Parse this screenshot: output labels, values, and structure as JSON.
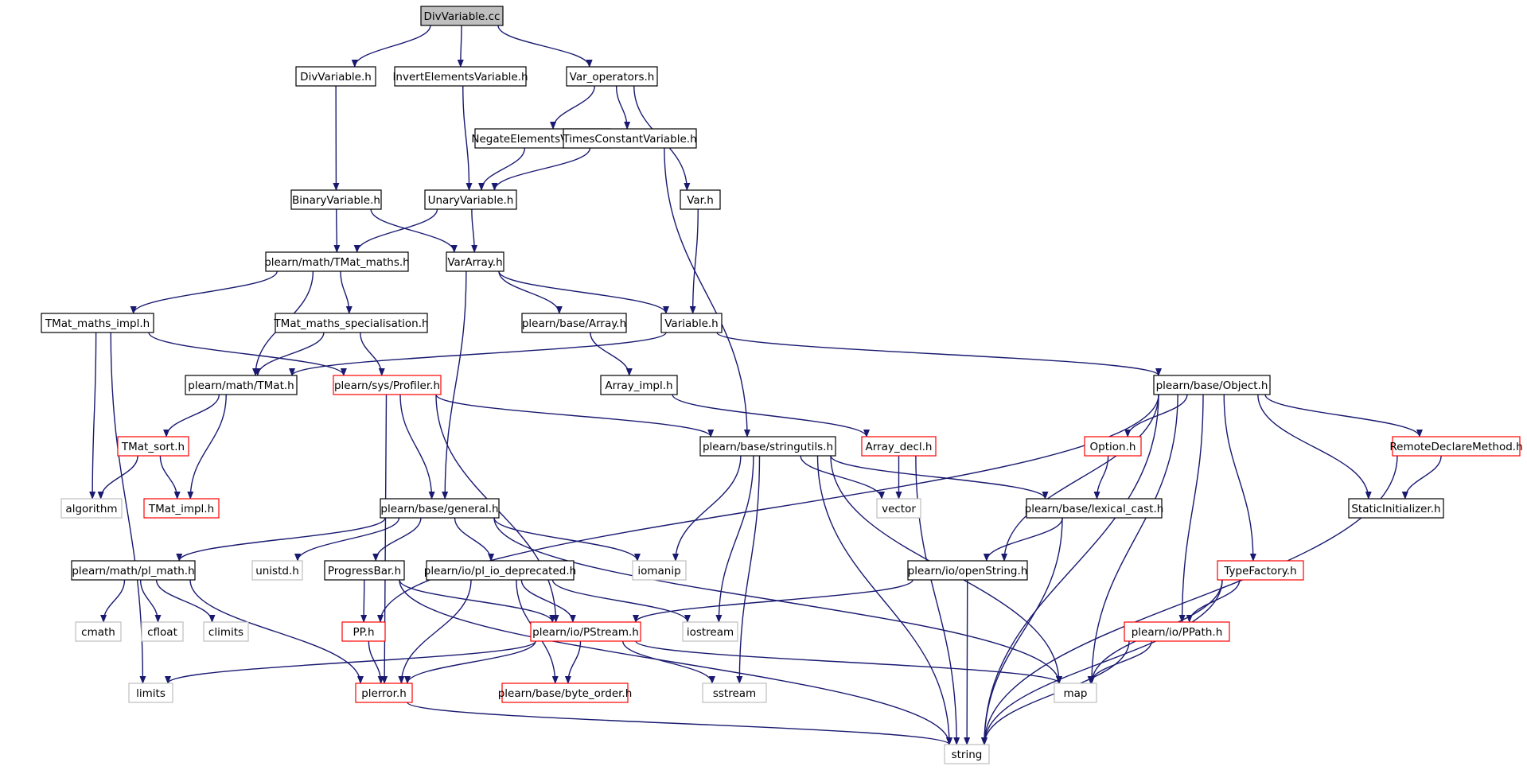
{
  "colors": {
    "edge": "#191970",
    "root_fill": "#bfbfbf",
    "border_black": "#000000",
    "border_red": "#ff0000",
    "border_gray": "#bfbfbf",
    "text": "#000000"
  },
  "nodes": {
    "divvariable_cc": {
      "label": "DivVariable.cc",
      "kind": "root"
    },
    "divvariable_h": {
      "label": "DivVariable.h",
      "kind": "black"
    },
    "invertelements": {
      "label": "InvertElementsVariable.h",
      "kind": "black"
    },
    "var_operators": {
      "label": "Var_operators.h",
      "kind": "black"
    },
    "negateelements": {
      "label": "NegateElementsVariable.h",
      "kind": "black"
    },
    "timesconstant": {
      "label": "TimesConstantVariable.h",
      "kind": "black"
    },
    "binaryvariable": {
      "label": "BinaryVariable.h",
      "kind": "black"
    },
    "unaryvariable": {
      "label": "UnaryVariable.h",
      "kind": "black"
    },
    "var_h": {
      "label": "Var.h",
      "kind": "black"
    },
    "tmat_maths": {
      "label": "plearn/math/TMat_maths.h",
      "kind": "black"
    },
    "vararray": {
      "label": "VarArray.h",
      "kind": "black"
    },
    "tmat_maths_impl": {
      "label": "TMat_maths_impl.h",
      "kind": "black"
    },
    "tmat_maths_spec": {
      "label": "TMat_maths_specialisation.h",
      "kind": "black"
    },
    "base_array": {
      "label": "plearn/base/Array.h",
      "kind": "black"
    },
    "variable_h": {
      "label": "Variable.h",
      "kind": "black"
    },
    "tmat_h": {
      "label": "plearn/math/TMat.h",
      "kind": "black"
    },
    "profiler": {
      "label": "plearn/sys/Profiler.h",
      "kind": "red"
    },
    "array_impl": {
      "label": "Array_impl.h",
      "kind": "black"
    },
    "object_h": {
      "label": "plearn/base/Object.h",
      "kind": "black"
    },
    "tmat_sort": {
      "label": "TMat_sort.h",
      "kind": "red"
    },
    "stringutils": {
      "label": "plearn/base/stringutils.h",
      "kind": "black"
    },
    "array_decl": {
      "label": "Array_decl.h",
      "kind": "red"
    },
    "option_h": {
      "label": "Option.h",
      "kind": "red"
    },
    "remotedeclare": {
      "label": "RemoteDeclareMethod.h",
      "kind": "red"
    },
    "algorithm": {
      "label": "algorithm",
      "kind": "gray"
    },
    "tmat_impl": {
      "label": "TMat_impl.h",
      "kind": "red"
    },
    "general_h": {
      "label": "plearn/base/general.h",
      "kind": "black"
    },
    "vector": {
      "label": "vector",
      "kind": "gray"
    },
    "lexical_cast": {
      "label": "plearn/base/lexical_cast.h",
      "kind": "black"
    },
    "staticinit": {
      "label": "StaticInitializer.h",
      "kind": "black"
    },
    "pl_math": {
      "label": "plearn/math/pl_math.h",
      "kind": "black"
    },
    "unistd": {
      "label": "unistd.h",
      "kind": "gray"
    },
    "progressbar": {
      "label": "ProgressBar.h",
      "kind": "black"
    },
    "pl_io_depr": {
      "label": "plearn/io/pl_io_deprecated.h",
      "kind": "black"
    },
    "iomanip": {
      "label": "iomanip",
      "kind": "gray"
    },
    "openstring": {
      "label": "plearn/io/openString.h",
      "kind": "black"
    },
    "typefactory": {
      "label": "TypeFactory.h",
      "kind": "red"
    },
    "cmath": {
      "label": "cmath",
      "kind": "gray"
    },
    "cfloat": {
      "label": "cfloat",
      "kind": "gray"
    },
    "climits": {
      "label": "climits",
      "kind": "gray"
    },
    "pp_h": {
      "label": "PP.h",
      "kind": "red"
    },
    "pstream": {
      "label": "plearn/io/PStream.h",
      "kind": "red"
    },
    "iostream": {
      "label": "iostream",
      "kind": "gray"
    },
    "ppath": {
      "label": "plearn/io/PPath.h",
      "kind": "red"
    },
    "limits": {
      "label": "limits",
      "kind": "gray"
    },
    "plerror": {
      "label": "plerror.h",
      "kind": "red"
    },
    "byte_order": {
      "label": "plearn/base/byte_order.h",
      "kind": "red"
    },
    "sstream": {
      "label": "sstream",
      "kind": "gray"
    },
    "map": {
      "label": "map",
      "kind": "gray"
    },
    "string": {
      "label": "string",
      "kind": "gray"
    }
  },
  "edges": [
    [
      "divvariable_cc",
      "divvariable_h"
    ],
    [
      "divvariable_cc",
      "invertelements"
    ],
    [
      "divvariable_cc",
      "var_operators"
    ],
    [
      "divvariable_h",
      "binaryvariable"
    ],
    [
      "invertelements",
      "unaryvariable"
    ],
    [
      "var_operators",
      "negateelements"
    ],
    [
      "var_operators",
      "timesconstant"
    ],
    [
      "var_operators",
      "var_h"
    ],
    [
      "negateelements",
      "unaryvariable"
    ],
    [
      "timesconstant",
      "unaryvariable"
    ],
    [
      "timesconstant",
      "stringutils"
    ],
    [
      "binaryvariable",
      "tmat_maths"
    ],
    [
      "binaryvariable",
      "vararray"
    ],
    [
      "unaryvariable",
      "tmat_maths"
    ],
    [
      "unaryvariable",
      "vararray"
    ],
    [
      "var_h",
      "variable_h"
    ],
    [
      "tmat_maths",
      "tmat_maths_impl"
    ],
    [
      "tmat_maths",
      "tmat_maths_spec"
    ],
    [
      "tmat_maths",
      "tmat_h"
    ],
    [
      "vararray",
      "base_array"
    ],
    [
      "vararray",
      "variable_h"
    ],
    [
      "vararray",
      "general_h"
    ],
    [
      "tmat_maths_impl",
      "profiler"
    ],
    [
      "tmat_maths_impl",
      "algorithm"
    ],
    [
      "tmat_maths_impl",
      "limits"
    ],
    [
      "tmat_maths_spec",
      "tmat_h"
    ],
    [
      "tmat_maths_spec",
      "profiler"
    ],
    [
      "base_array",
      "array_impl"
    ],
    [
      "variable_h",
      "tmat_h"
    ],
    [
      "variable_h",
      "object_h"
    ],
    [
      "tmat_h",
      "tmat_sort"
    ],
    [
      "tmat_h",
      "tmat_impl"
    ],
    [
      "profiler",
      "stringutils"
    ],
    [
      "profiler",
      "general_h"
    ],
    [
      "profiler",
      "pstream"
    ],
    [
      "profiler",
      "plerror"
    ],
    [
      "array_impl",
      "array_decl"
    ],
    [
      "tmat_sort",
      "algorithm"
    ],
    [
      "tmat_sort",
      "tmat_impl"
    ],
    [
      "object_h",
      "pp_h"
    ],
    [
      "object_h",
      "option_h"
    ],
    [
      "object_h",
      "remotedeclare"
    ],
    [
      "object_h",
      "staticinit"
    ],
    [
      "object_h",
      "openstring"
    ],
    [
      "object_h",
      "typefactory"
    ],
    [
      "object_h",
      "ppath"
    ],
    [
      "object_h",
      "map"
    ],
    [
      "object_h",
      "string"
    ],
    [
      "stringutils",
      "vector"
    ],
    [
      "stringutils",
      "lexical_cast"
    ],
    [
      "stringutils",
      "iomanip"
    ],
    [
      "stringutils",
      "iostream"
    ],
    [
      "stringutils",
      "sstream"
    ],
    [
      "stringutils",
      "map"
    ],
    [
      "stringutils",
      "string"
    ],
    [
      "array_decl",
      "vector"
    ],
    [
      "array_decl",
      "string"
    ],
    [
      "option_h",
      "lexical_cast"
    ],
    [
      "remotedeclare",
      "staticinit"
    ],
    [
      "remotedeclare",
      "string"
    ],
    [
      "lexical_cast",
      "openstring"
    ],
    [
      "lexical_cast",
      "string"
    ],
    [
      "general_h",
      "pl_math"
    ],
    [
      "general_h",
      "unistd"
    ],
    [
      "general_h",
      "progressbar"
    ],
    [
      "general_h",
      "pl_io_depr"
    ],
    [
      "general_h",
      "iomanip"
    ],
    [
      "general_h",
      "map"
    ],
    [
      "pl_math",
      "cmath"
    ],
    [
      "pl_math",
      "cfloat"
    ],
    [
      "pl_math",
      "climits"
    ],
    [
      "pl_math",
      "plerror"
    ],
    [
      "progressbar",
      "pp_h"
    ],
    [
      "progressbar",
      "pstream"
    ],
    [
      "progressbar",
      "string"
    ],
    [
      "pl_io_depr",
      "pstream"
    ],
    [
      "pl_io_depr",
      "iostream"
    ],
    [
      "pl_io_depr",
      "plerror"
    ],
    [
      "pl_io_depr",
      "byte_order"
    ],
    [
      "openstring",
      "pstream"
    ],
    [
      "openstring",
      "string"
    ],
    [
      "typefactory",
      "ppath"
    ],
    [
      "typefactory",
      "map"
    ],
    [
      "typefactory",
      "string"
    ],
    [
      "pp_h",
      "plerror"
    ],
    [
      "pstream",
      "limits"
    ],
    [
      "pstream",
      "plerror"
    ],
    [
      "pstream",
      "byte_order"
    ],
    [
      "pstream",
      "sstream"
    ],
    [
      "pstream",
      "map"
    ],
    [
      "ppath",
      "map"
    ],
    [
      "ppath",
      "string"
    ],
    [
      "plerror",
      "string"
    ]
  ]
}
